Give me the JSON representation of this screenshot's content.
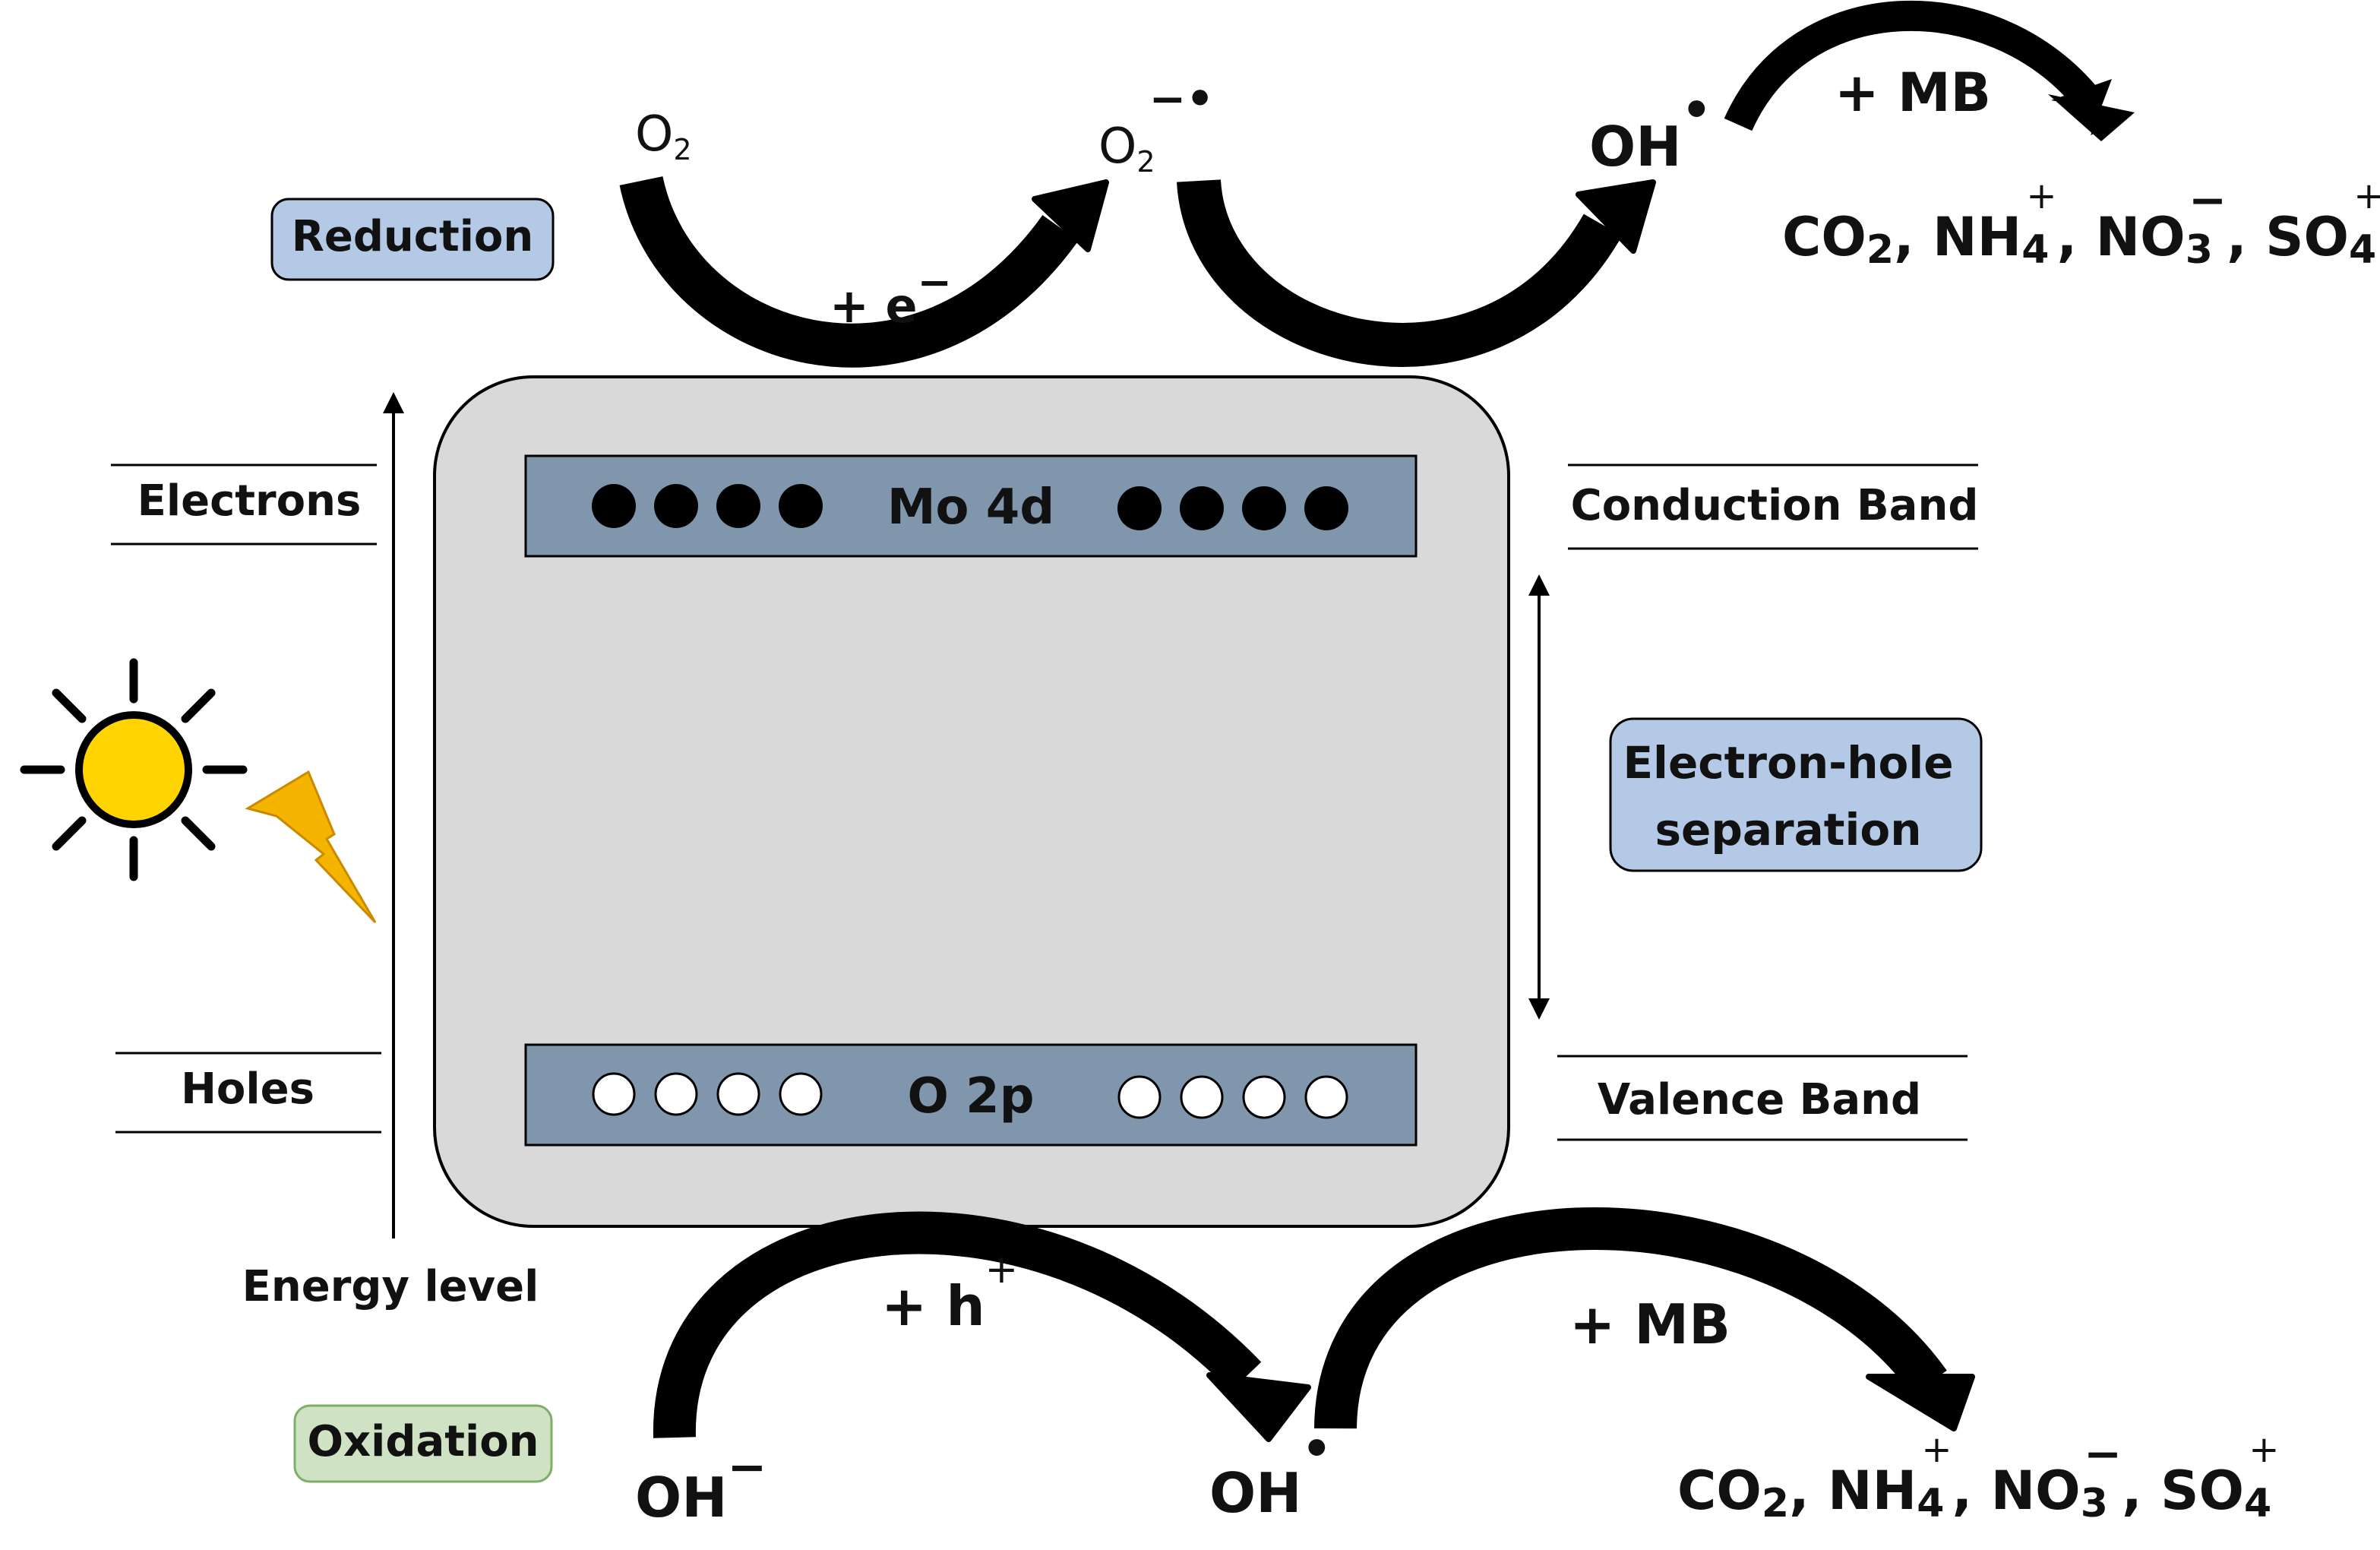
{
  "labels": {
    "reduction": "Reduction",
    "oxidation": "Oxidation",
    "electrons": "Electrons",
    "holes": "Holes",
    "energy_level": "Energy level",
    "conduction_band": "Conduction Band",
    "valence_band": "Valence Band",
    "separation_line1": "Electron-hole",
    "separation_line2": "separation"
  },
  "bands": {
    "conduction": "Mo 4d",
    "valence": "O 2p"
  },
  "reduction_path": {
    "reactant": "O",
    "reactant_sub": "2",
    "electron_prefix": "+ e",
    "electron_sup": "−",
    "superoxide": "O",
    "superoxide_sub": "2",
    "superoxide_sup": "−•",
    "radical": "OH",
    "radical_dot": "•",
    "mb": "+ MB"
  },
  "oxidation_path": {
    "reactant": "OH",
    "reactant_sup": "−",
    "hole_prefix": "+ h",
    "hole_sup": "+",
    "radical": "OH",
    "radical_dot": "•",
    "mb": "+ MB"
  },
  "products": {
    "co2": "CO",
    "co2_sub": "2",
    "sep1": ", ",
    "nh4": "NH",
    "nh4_sub": "4",
    "nh4_sup": "+",
    "sep2": ", ",
    "no3": "NO",
    "no3_sub": "3",
    "no3_sup": "−",
    "sep3": ", ",
    "so4": "SO",
    "so4_sub": "4",
    "so4_sup": "+"
  },
  "colors": {
    "band_fill": "#7f96ad",
    "box_fill": "#d9d9d9",
    "reduction_tag": "#b4c9e6",
    "oxidation_tag": "#cfe3c4",
    "separation_tag": "#b4c9e6",
    "sun": "#ffd400",
    "bolt": "#f4b400"
  },
  "icons": {
    "sun": "sun-icon",
    "lightning": "lightning-bolt-icon"
  }
}
